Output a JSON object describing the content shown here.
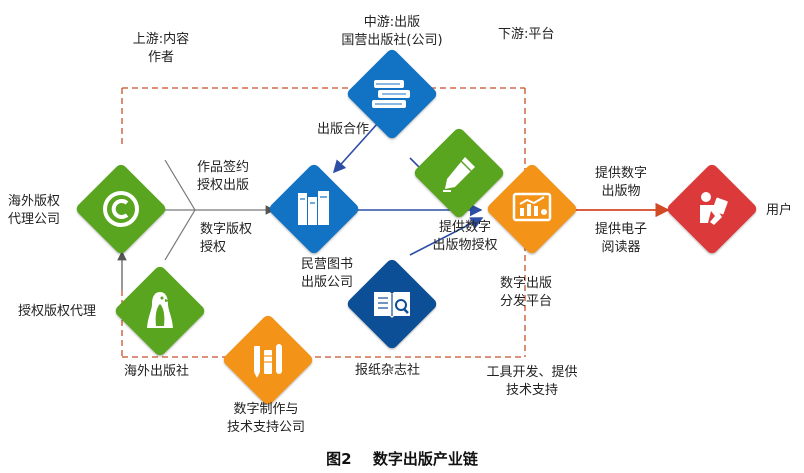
{
  "labels": {
    "upstream": "上游:内容\n作者",
    "midstream": "中游:出版\n国营出版社(公司)",
    "downstream": "下游:平台",
    "overseas_agent": "海外版权\n代理公司",
    "licensing_agent": "授权版权代理",
    "overseas_publisher": "海外出版社",
    "works_signing": "作品签约\n授权出版",
    "digital_rights": "数字版权\n授权",
    "publishing_coop": "出版合作",
    "private_books": "民营图书\n出版公司",
    "digital_license": "提供数字\n出版物授权",
    "digital_platform": "数字出版\n分发平台",
    "provide_products": "提供数字\n出版物",
    "provide_reader": "提供电子\n阅读器",
    "user": "用户",
    "newspaper": "报纸杂志社",
    "digital_tech": "数字制作与\n技术支持公司",
    "tools_support": "工具开发、提供\n技术支持"
  },
  "caption": {
    "fig": "图2",
    "title": "数字出版产业链"
  },
  "colors": {
    "green": "#5aa51f",
    "blue": "#1273c4",
    "darkblue": "#0d4f96",
    "orange": "#f39318",
    "red": "#dc3a3a",
    "dashed": "#c8502a",
    "arrow_blue": "#2e4ea6",
    "arrow_red": "#d24a25"
  },
  "icons": {
    "copyright": "copyright-icon",
    "penguin": "penguin-icon",
    "books": "books-icon",
    "stack": "book-stack-icon",
    "magazine": "magazine-search-icon",
    "pen": "pen-write-icon",
    "tools": "design-tools-icon",
    "chart": "chart-tablet-icon",
    "reader": "reader-person-icon"
  }
}
